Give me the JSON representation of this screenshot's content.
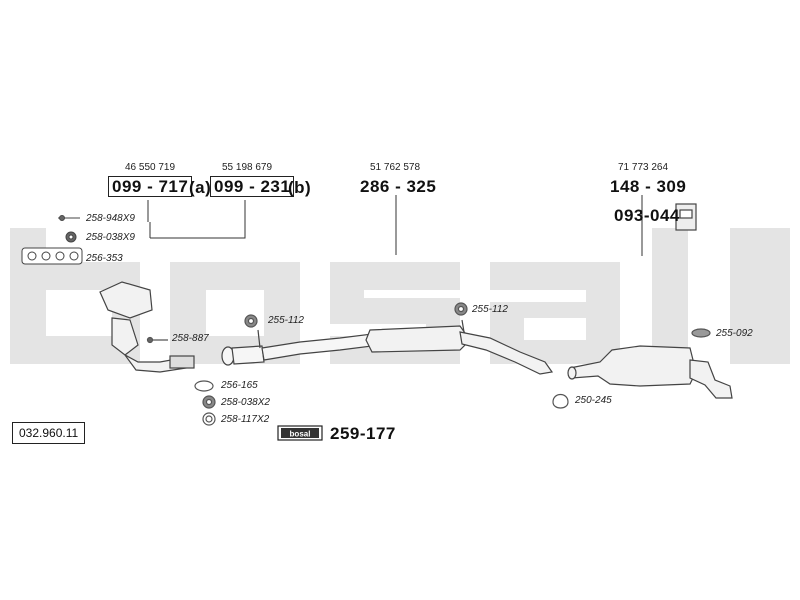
{
  "diagram": {
    "reference": "032.960.11",
    "brand_logo": "bosal",
    "parts": {
      "front_oem_a": "46 550 719",
      "front_part_a": "099 - 717",
      "front_suffix_a": "(a)",
      "front_oem_b": "55 198 679",
      "front_part_b": "099 - 231",
      "front_suffix_b": "(b)",
      "middle_oem": "51 762 578",
      "middle_part": "286 - 325",
      "rear_oem": "71 773 264",
      "rear_part": "148 - 309",
      "rear_bracket_part": "093-044",
      "mount_kit_part": "259-177"
    },
    "small_parts": [
      "258-948X9",
      "258-038X9",
      "256-353",
      "258-887",
      "255-112",
      "255-112",
      "256-165",
      "258-038X2",
      "258-117X2",
      "250-245",
      "255-092"
    ]
  }
}
